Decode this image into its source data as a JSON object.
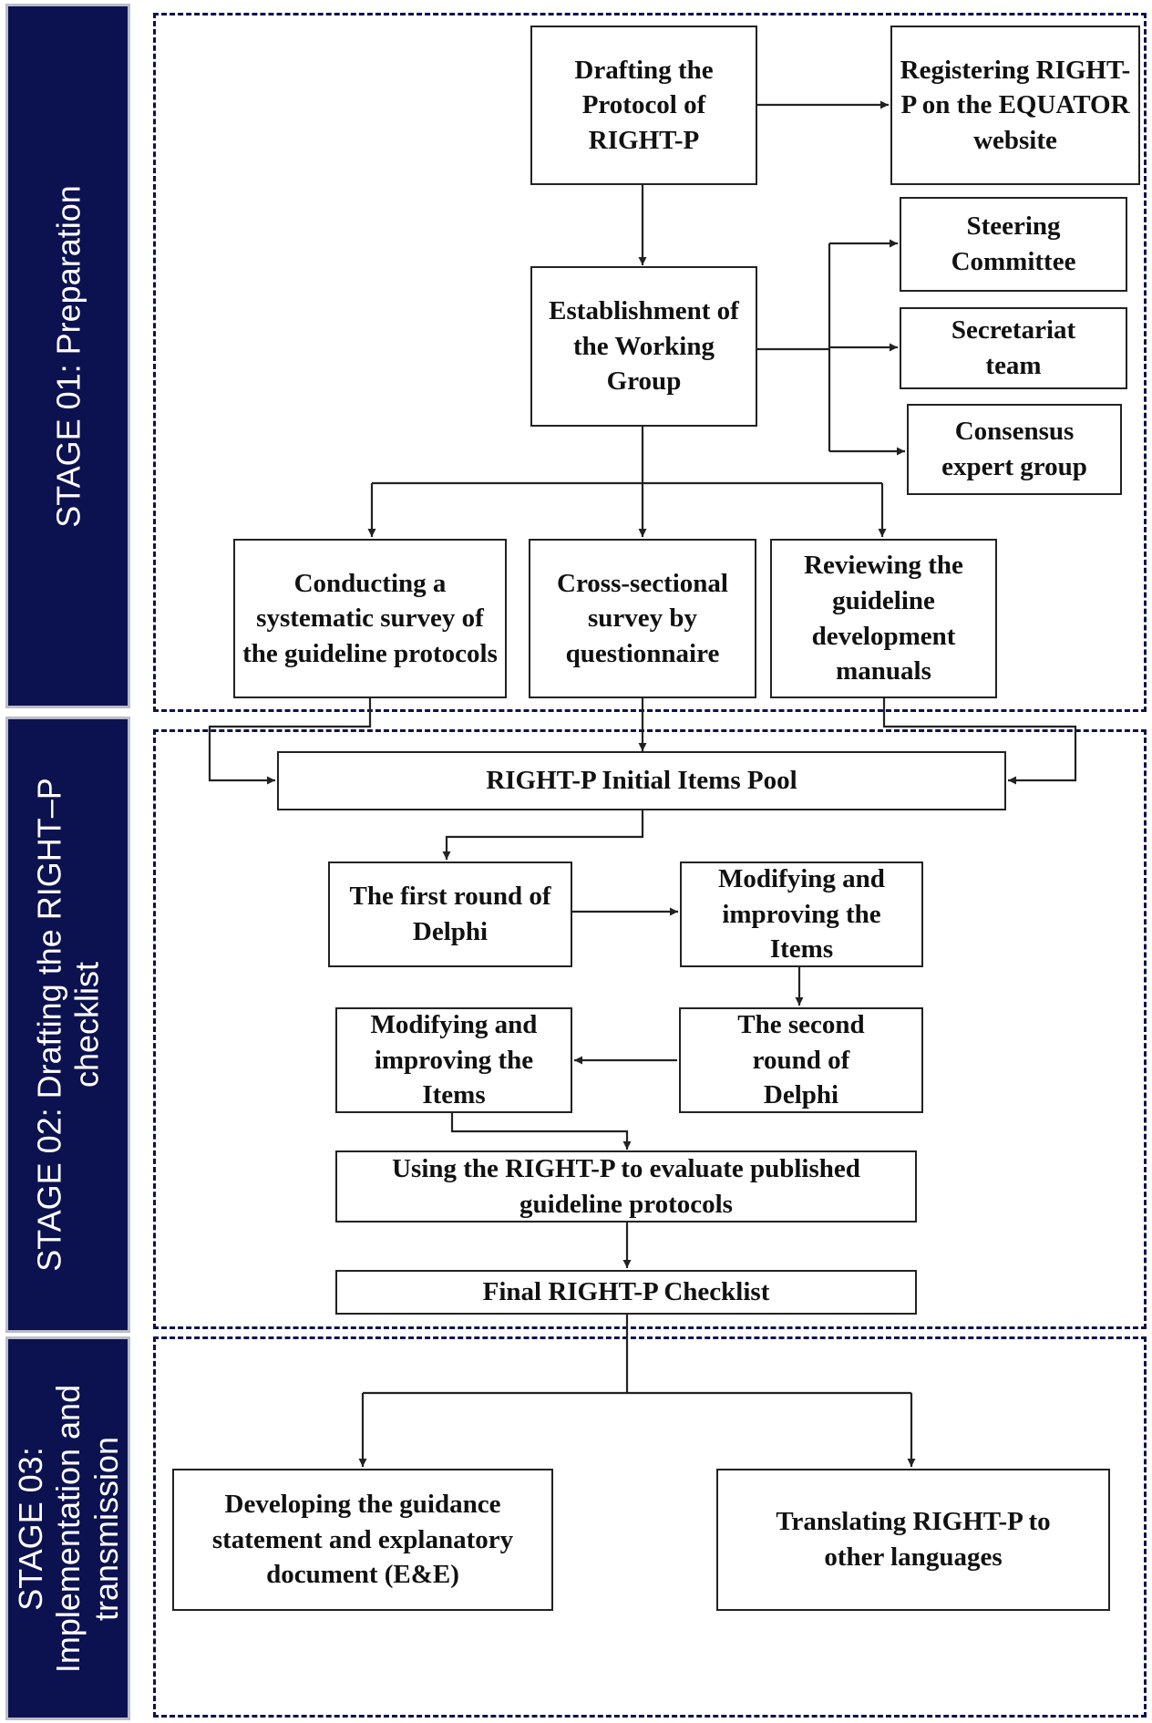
{
  "stages": [
    {
      "label": "STAGE 01: Preparation"
    },
    {
      "label": "STAGE 02: Drafting the RIGHT–P checklist"
    },
    {
      "label": "STAGE 03: Implementation and transmission"
    }
  ],
  "nodes": {
    "drafting_protocol": "Drafting the Protocol of RIGHT-P",
    "registering": "Registering RIGHT-P on the EQUATOR website",
    "steering": "Steering Committee",
    "working_group": "Establishment of the Working Group",
    "secretariat": "Secretariat team",
    "consensus": "Consensus expert group",
    "systematic_survey": "Conducting a systematic survey of the guideline protocols",
    "cross_sectional": "Cross-sectional survey by questionnaire",
    "reviewing_manuals": "Reviewing the guideline development manuals",
    "initial_pool": "RIGHT-P Initial Items Pool",
    "first_delphi": "The first round of Delphi",
    "modify_1": "Modifying  and improving the Items",
    "second_delphi": "The second round of Delphi",
    "modify_2": "Modifying and improving the Items",
    "evaluate": "Using the RIGHT-P to evaluate published guideline protocols",
    "final_checklist": "Final RIGHT-P Checklist",
    "guidance_statement": "Developing the guidance statement and explanatory document (E&E)",
    "translating": "Translating RIGHT-P to other languages"
  },
  "colors": {
    "stage_bar": "#0c1150",
    "frame_dash": "#0c1150",
    "box_border": "#222222",
    "arrow": "#222222"
  }
}
